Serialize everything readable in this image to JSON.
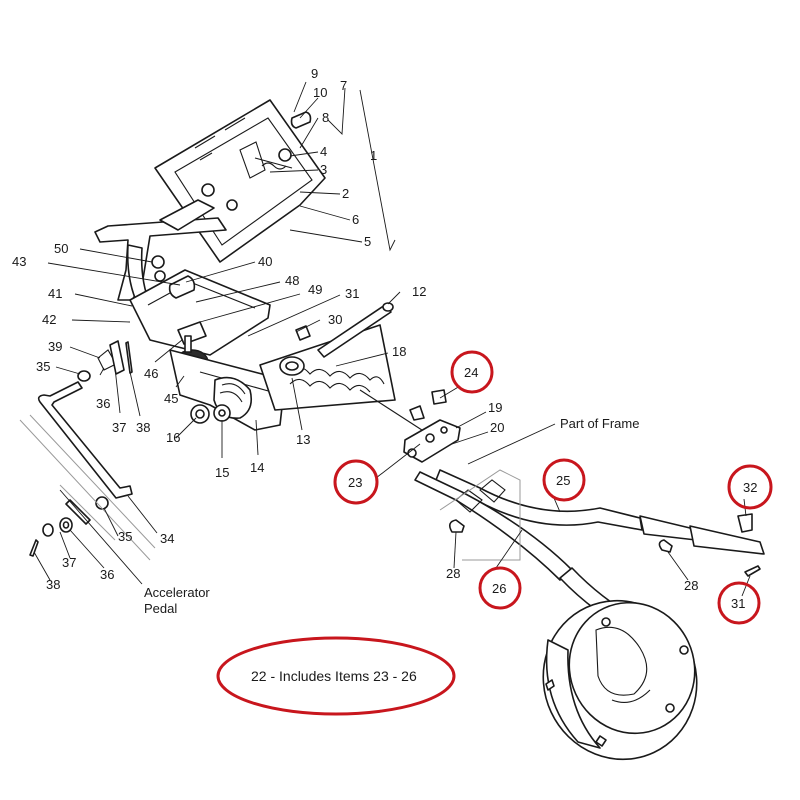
{
  "diagram": {
    "callouts": {
      "c1": "1",
      "c2": "2",
      "c3": "3",
      "c4": "4",
      "c5": "5",
      "c6": "6",
      "c7": "7",
      "c8": "8",
      "c9": "9",
      "c10": "10",
      "c12": "12",
      "c13": "13",
      "c14": "14",
      "c15": "15",
      "c16": "16",
      "c18": "18",
      "c19": "19",
      "c20": "20",
      "c23": "23",
      "c24": "24",
      "c25": "25",
      "c26": "26",
      "c28a": "28",
      "c28b": "28",
      "c30": "30",
      "c31a": "31",
      "c31b": "31",
      "c32": "32",
      "c34": "34",
      "c35a": "35",
      "c35b": "35",
      "c36a": "36",
      "c36b": "36",
      "c37a": "37",
      "c37b": "37",
      "c38a": "38",
      "c38b": "38",
      "c39": "39",
      "c40": "40",
      "c41": "41",
      "c42": "42",
      "c43": "43",
      "c45": "45",
      "c46": "46",
      "c48": "48",
      "c49": "49",
      "c50": "50"
    },
    "labels": {
      "part_of_frame": "Part of Frame",
      "accelerator_line1": "Accelerator",
      "accelerator_line2": "Pedal"
    },
    "note": "22 - Includes Items 23 - 26",
    "highlight_color": "#c8161d",
    "highlighted_callouts": [
      "23",
      "24",
      "25",
      "26",
      "31",
      "32"
    ]
  }
}
